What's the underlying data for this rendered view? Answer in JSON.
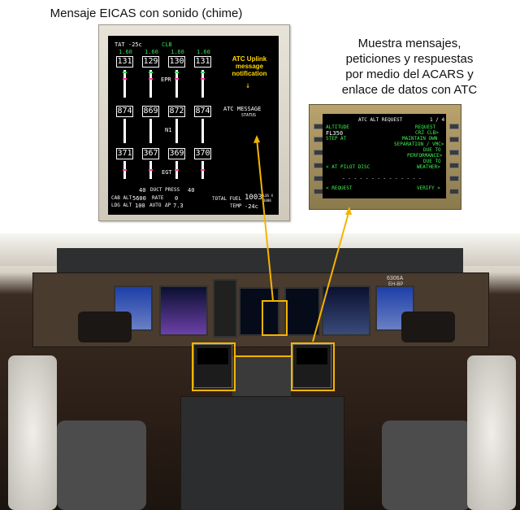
{
  "captions": {
    "eicas": "Mensaje EICAS con sonido (chime)",
    "acars_lines": [
      "Muestra mensajes,",
      "peticiones y respuestas",
      "por medio del ACARS y",
      "enlace de datos con ATC"
    ]
  },
  "eicas": {
    "tat": "TAT -25c",
    "clb": "CLB",
    "ref": [
      "1.60",
      "1.60",
      "1.60",
      "1.60"
    ],
    "epr": [
      "131",
      "129",
      "130",
      "131"
    ],
    "epr_label": "EPR",
    "n1": [
      "874",
      "869",
      "872",
      "874"
    ],
    "n1_label": "N1",
    "egt": [
      "371",
      "367",
      "369",
      "370"
    ],
    "egt_label": "EGT",
    "duct_left": "40",
    "duct_label": "DUCT PRESS",
    "duct_right": "40",
    "cab_alt_label": "CAB ALT",
    "cab_alt": "5600",
    "rate_label": "RATE",
    "rate": "0",
    "ldg_alt_label": "LDG ALT",
    "ldg_alt": "100",
    "auto_label": "AUTO",
    "ap_label": "ΔP",
    "ap": "7.3",
    "total_fuel_label": "TOTAL FUEL",
    "total_fuel": "1003",
    "fuel_unit": "LBS X",
    "fuel_mult": "1000",
    "temp_label": "TEMP",
    "temp": "-24c",
    "message": "ATC MESSAGE",
    "message_status": "STATUS",
    "atc_note": [
      "ATC Uplink",
      "message",
      "notification"
    ]
  },
  "cdu": {
    "title": "ATC ALT REQUEST",
    "page": "1 / 4",
    "r1_left": "ALTITUDE",
    "r1_right": "REQUEST",
    "r2_left": "FL350",
    "r2_right": "CRZ CLB>",
    "r3_left": "STEP AT",
    "r3_right": "MAINTAIN OWN",
    "r4_right": "SEPARATION / VMC>",
    "r5_right": "DUE TO",
    "r6_right": "PERFORMANCE>",
    "r7_right": "DUE TO",
    "r8_left": "< AT PILOT DISC",
    "r8_right": "WEATHER>",
    "dashes": "- - - - - - - - - - - - - -",
    "bottom_left": "< REQUEST",
    "bottom_right": "VERIFY >"
  },
  "cockpit": {
    "fo_label": "6306A",
    "reg_label": "EH-BP"
  },
  "colors": {
    "callout": "#f4b400",
    "eicas_green": "#33e04a",
    "cdu_green": "#3df24f",
    "atc_yellow": "#ffd700"
  }
}
